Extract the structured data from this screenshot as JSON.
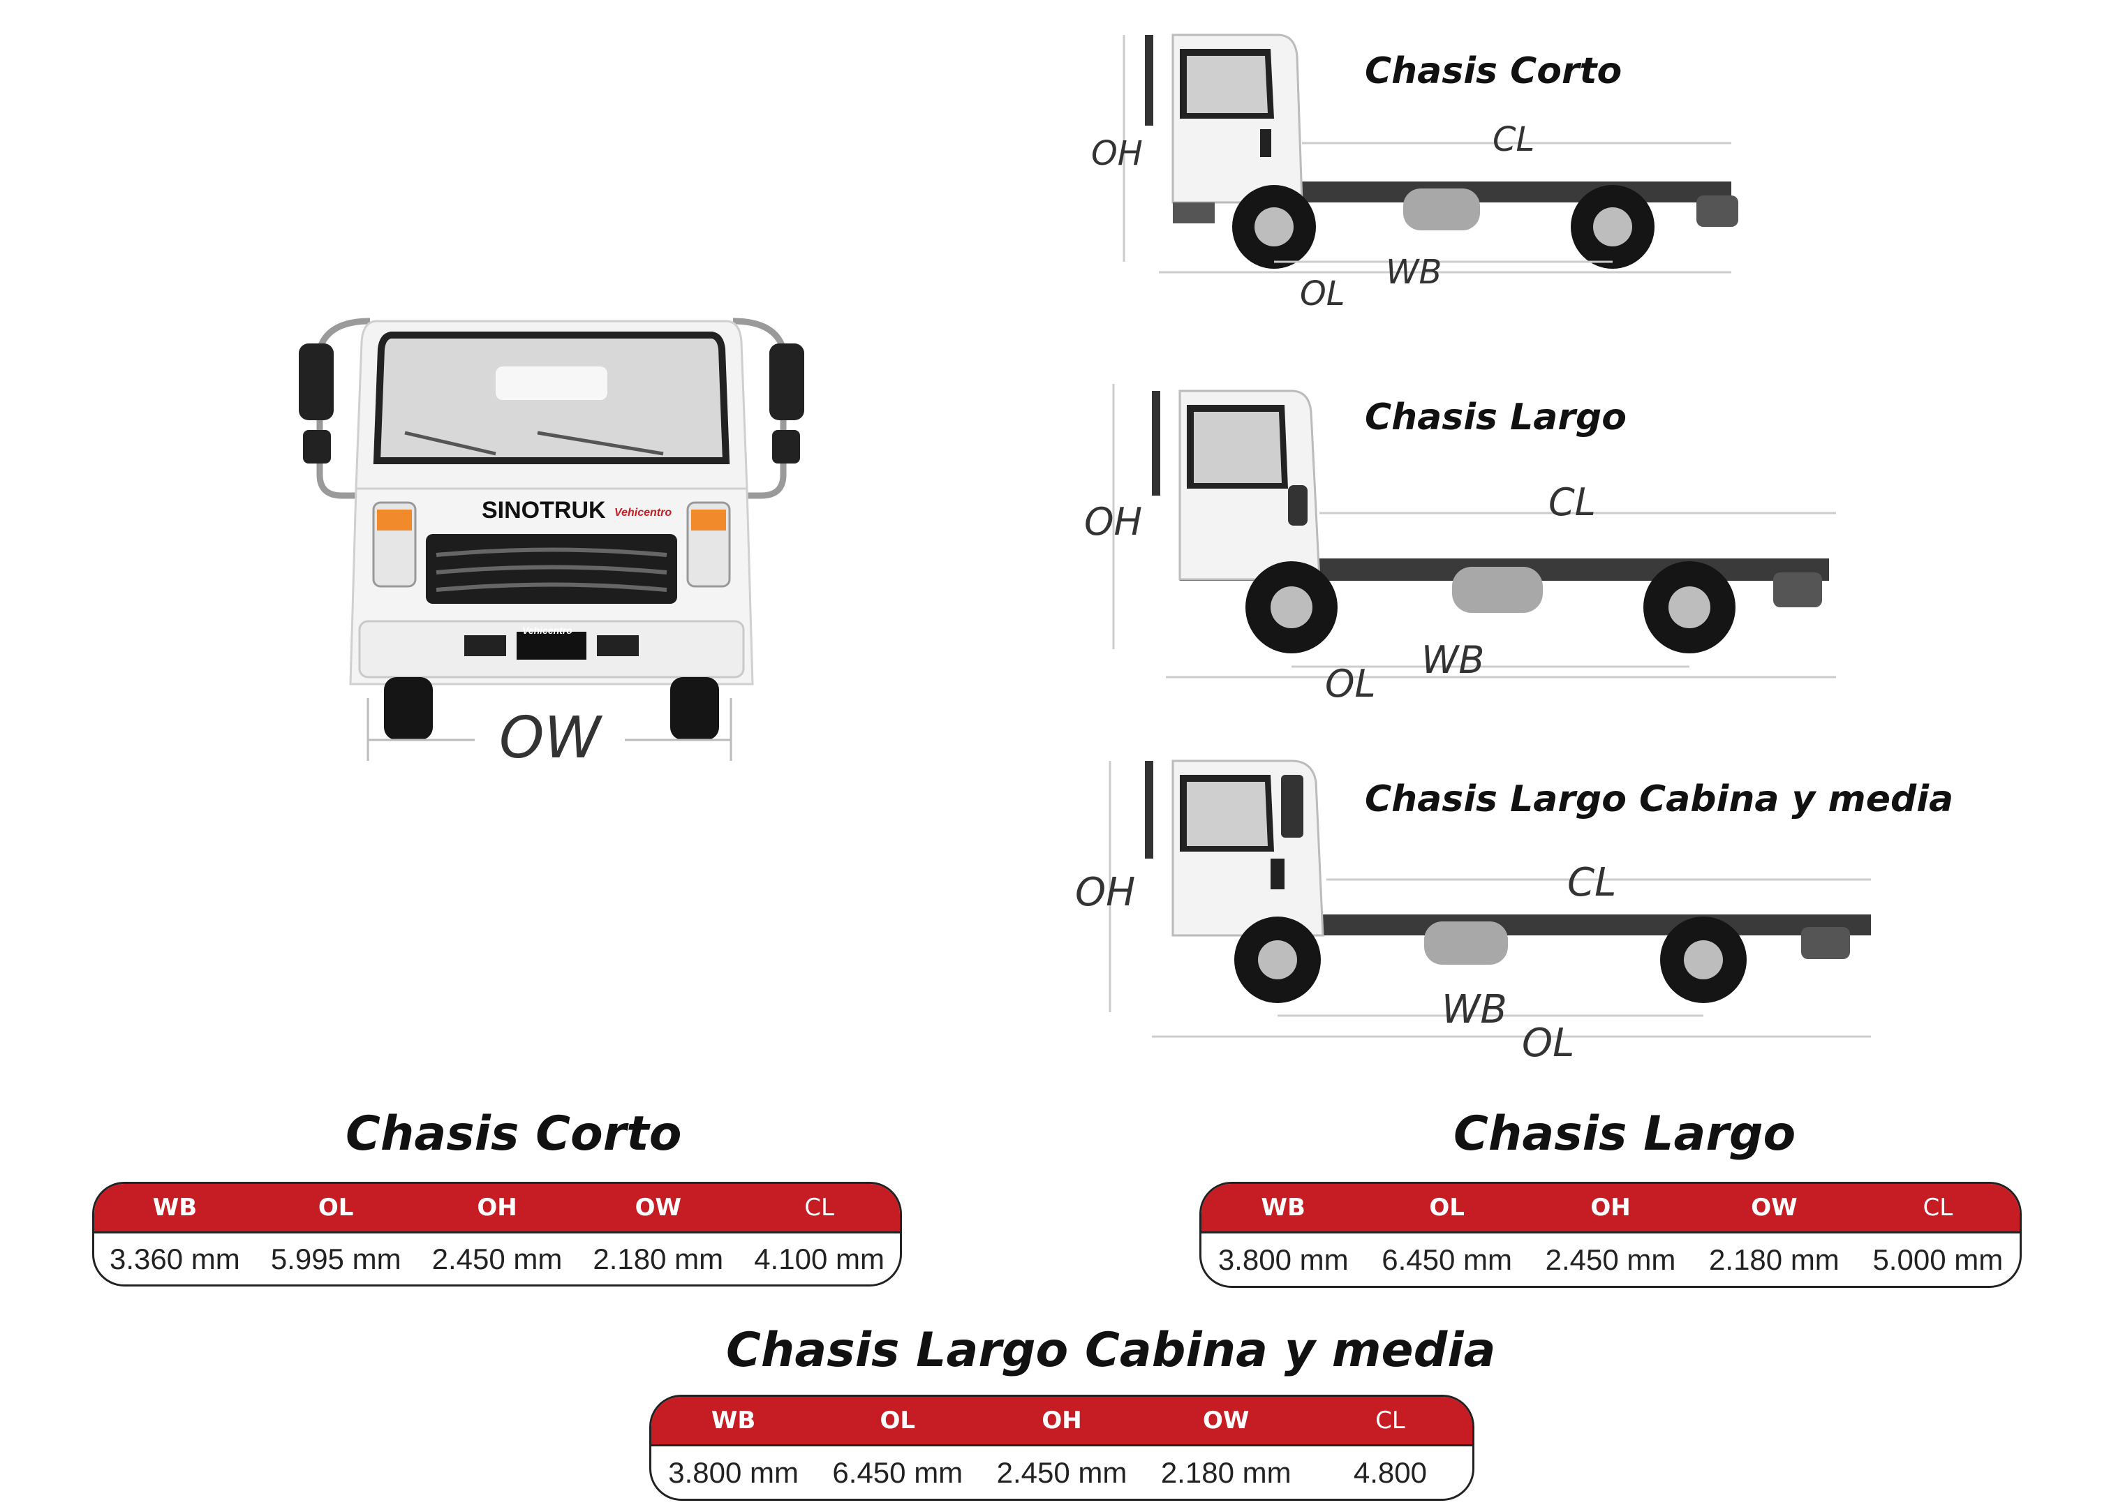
{
  "front_view": {
    "brand_text": "SINOTRUK",
    "dealer_text": "Vehicentro",
    "ow_label": "OW"
  },
  "side_views": [
    {
      "title": "Chasis Corto",
      "labels": {
        "oh": "OH",
        "cl": "CL",
        "wb": "WB",
        "ol": "OL"
      }
    },
    {
      "title": "Chasis Largo",
      "labels": {
        "oh": "OH",
        "cl": "CL",
        "wb": "WB",
        "ol": "OL"
      }
    },
    {
      "title": "Chasis Largo Cabina y media",
      "labels": {
        "oh": "OH",
        "cl": "CL",
        "wb": "WB",
        "ol": "OL"
      }
    }
  ],
  "spec_tables": [
    {
      "title": "Chasis Corto",
      "headers": [
        "WB",
        "OL",
        "OH",
        "OW",
        "CL"
      ],
      "values": [
        "3.360 mm",
        "5.995 mm",
        "2.450 mm",
        "2.180 mm",
        "4.100 mm"
      ]
    },
    {
      "title": "Chasis Largo",
      "headers": [
        "WB",
        "OL",
        "OH",
        "OW",
        "CL"
      ],
      "values": [
        "3.800 mm",
        "6.450 mm",
        "2.450 mm",
        "2.180 mm",
        "5.000 mm"
      ]
    },
    {
      "title": "Chasis Largo Cabina y media",
      "headers": [
        "WB",
        "OL",
        "OH",
        "OW",
        "CL"
      ],
      "values": [
        "3.800 mm",
        "6.450 mm",
        "2.450 mm",
        "2.180 mm",
        "4.800"
      ]
    }
  ],
  "colors": {
    "accent_red": "#c61d24",
    "text_dark": "#111111",
    "truck_white": "#f4f4f4",
    "chassis": "#3a3a3a"
  }
}
